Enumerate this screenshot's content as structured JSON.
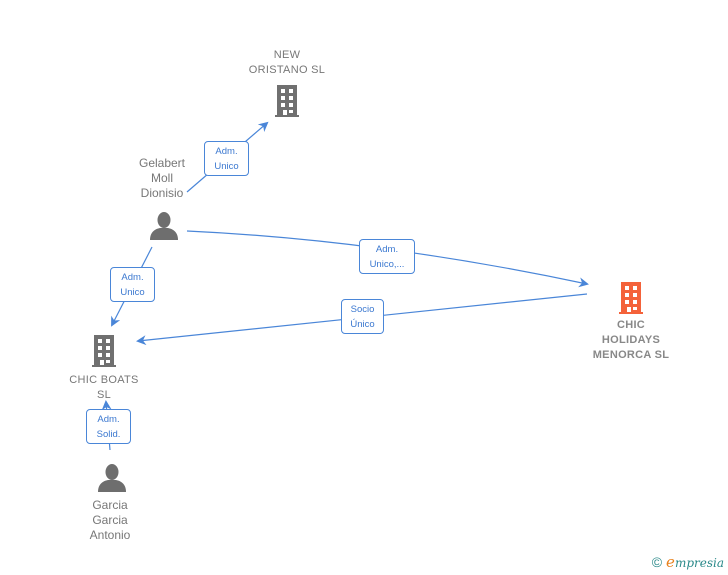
{
  "nodes": {
    "new_oristano": {
      "label": "NEW\nORISTANO  SL",
      "type": "company",
      "highlight": false
    },
    "gelabert": {
      "label": "Gelabert\nMoll\nDionisio",
      "type": "person"
    },
    "chic_holidays": {
      "label": "CHIC\nHOLIDAYS\nMENORCA  SL",
      "type": "company",
      "highlight": true
    },
    "chic_boats": {
      "label": "CHIC BOATS\nSL",
      "type": "company",
      "highlight": false
    },
    "garcia": {
      "label": "Garcia\nGarcia\nAntonio",
      "type": "person"
    }
  },
  "edges": [
    {
      "id": "gelabert_new_oristano",
      "from": "Gelabert Moll Dionisio",
      "to": "NEW ORISTANO SL",
      "label": "Adm.\nUnico"
    },
    {
      "id": "gelabert_chic_holidays",
      "from": "Gelabert Moll Dionisio",
      "to": "CHIC HOLIDAYS MENORCA SL",
      "label": "Adm.\nUnico,..."
    },
    {
      "id": "chic_holidays_chic_boats",
      "from": "CHIC HOLIDAYS MENORCA SL",
      "to": "CHIC BOATS SL",
      "label": "Socio\nÚnico"
    },
    {
      "id": "gelabert_chic_boats",
      "from": "Gelabert Moll Dionisio",
      "to": "CHIC BOATS SL",
      "label": "Adm.\nUnico"
    },
    {
      "id": "garcia_chic_boats",
      "from": "Garcia Garcia Antonio",
      "to": "CHIC BOATS SL",
      "label": "Adm.\nSolid."
    }
  ],
  "colors": {
    "edge": "#4a86d8",
    "company_icon": "#707070",
    "highlight_icon": "#f4623a",
    "person_icon": "#6e6e6e"
  },
  "footer": {
    "copyright_symbol": "©",
    "brand_first": "e",
    "brand_rest": "mpresia"
  }
}
